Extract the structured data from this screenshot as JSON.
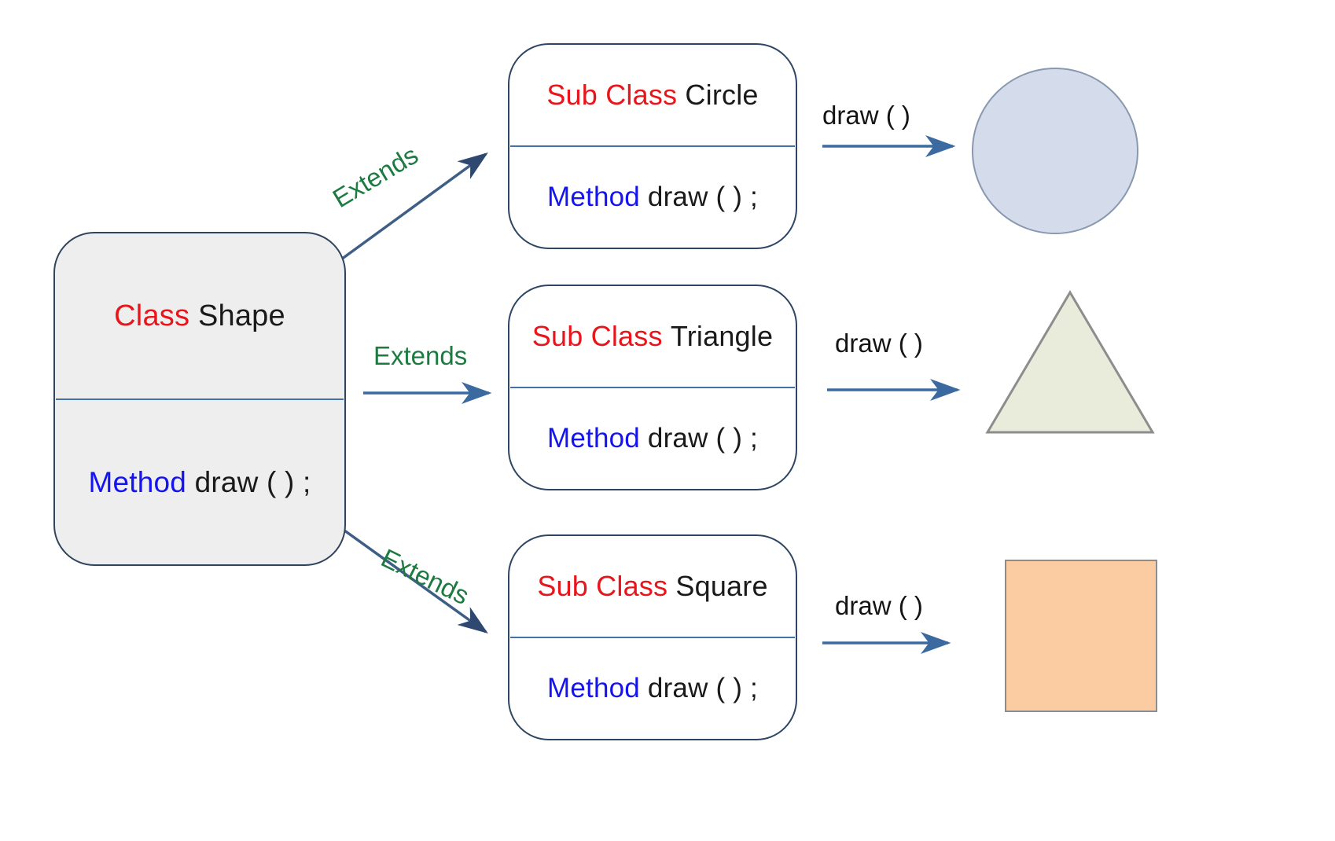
{
  "diagram": {
    "title": "Shape class inheritance diagram",
    "colors": {
      "class_keyword": "#e8151b",
      "method_keyword": "#1414f0",
      "edge_label": "#1d7a41",
      "box_border": "#2e4663",
      "divider": "#4472a8",
      "arrow": "#3b6aa0",
      "superclass_fill": "#eeeeee",
      "subclass_fill": "#ffffff",
      "circle_fill": "#d4dcec",
      "circle_stroke": "#8898ae",
      "triangle_fill": "#e9ecda",
      "triangle_stroke": "#8d8d8d",
      "square_fill": "#fbcba1",
      "square_stroke": "#8d8d8d"
    }
  },
  "superclass": {
    "keyword": "Class",
    "name": "Shape",
    "method_keyword": "Method",
    "method_signature": "draw ( ) ;"
  },
  "subclasses": [
    {
      "keyword": "Sub Class",
      "name": "Circle",
      "method_keyword": "Method",
      "method_signature": "draw ( ) ;",
      "edge_label": "Extends",
      "call_label": "draw ( )",
      "output_shape": "circle-shape"
    },
    {
      "keyword": "Sub Class",
      "name": "Triangle",
      "method_keyword": "Method",
      "method_signature": "draw ( ) ;",
      "edge_label": "Extends",
      "call_label": "draw ( )",
      "output_shape": "triangle-shape"
    },
    {
      "keyword": "Sub Class",
      "name": "Square",
      "method_keyword": "Method",
      "method_signature": "draw ( ) ;",
      "edge_label": "Extends",
      "call_label": "draw ( )",
      "output_shape": "square-shape"
    }
  ]
}
